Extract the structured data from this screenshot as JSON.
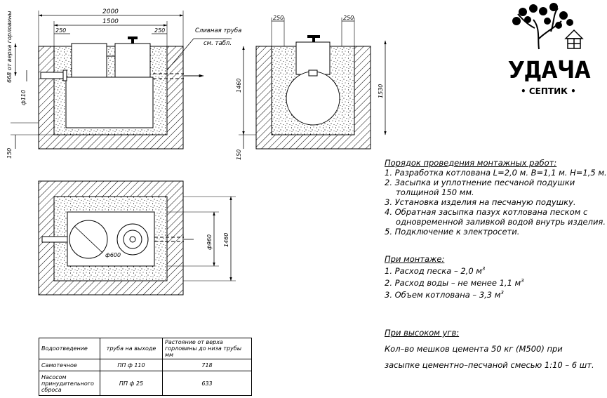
{
  "dims": {
    "top_width": "2000",
    "inner_width": "1500",
    "margin_left": "250",
    "margin_right": "250",
    "depth_top_label": "668 от верха горловины",
    "pipe_diam": "ф110",
    "bottom_pad_left": "150",
    "side_margin_left": "250",
    "side_margin_right": "250",
    "side_height_1460": "1460",
    "side_height_1530": "1530",
    "side_bottom_150": "150",
    "plan_d600": "ф600",
    "plan_d960": "ф960",
    "plan_1460": "1460"
  },
  "callout": {
    "line1": "Сливная труба",
    "line2": "см. табл."
  },
  "logo": {
    "brand": "УДАЧА",
    "sub": "• СЕПТИК •"
  },
  "notes": {
    "title": "Порядок проведения монтажных работ:",
    "items": [
      "1. Разработка котлована L=2,0 м. B=1,1 м. H=1,5 м.",
      "2. Засыпка и уплотнение песчаной подушки",
      "толщиной 150 мм.",
      "3. Установка изделия на песчаную подушку.",
      "4. Обратная засыпка пазух котлована песком с",
      "одновременной заливкой водой внутрь изделия.",
      "5. Подключение к электросети."
    ]
  },
  "mount": {
    "title": "При монтаже:",
    "items": [
      "1. Расход песка – 2,0 м",
      "2. Расход воды – не менее 1,1 м",
      "3. Объем котлована – 3,3 м"
    ],
    "unit_sup": "3"
  },
  "high_ugv": {
    "title": "При высоком угв:",
    "line1": "Кол–во мешков цемента 50 кг (М500) при",
    "line2": "засыпке цементно–песчаной смесью 1:10 – 6 шт."
  },
  "table": {
    "headers": [
      "Водоотведение",
      "труба на выходе",
      "Растояние от верха горловины до низа трубы мм"
    ],
    "rows": [
      [
        "Самотечное",
        "ПП ф 110",
        "718"
      ],
      [
        "Насосом принудительного сброса",
        "ПП ф 25",
        "633"
      ]
    ]
  }
}
